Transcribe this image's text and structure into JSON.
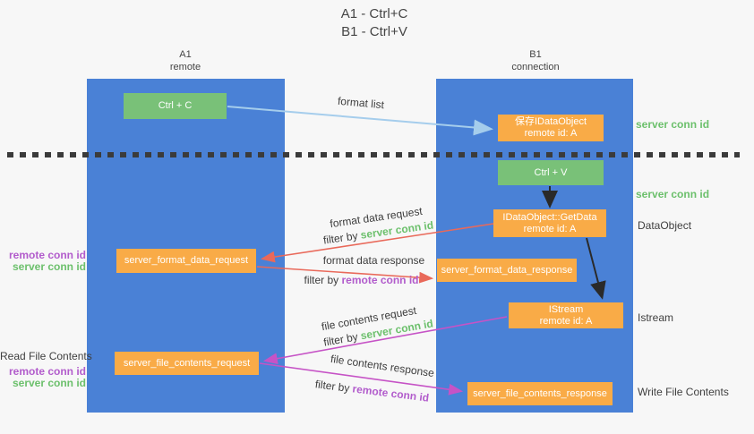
{
  "colors": {
    "lane_blue": "#4a81d6",
    "box_green": "#79c178",
    "box_orange": "#f9ab47",
    "arrow_light_blue": "#a5cdec",
    "arrow_black": "#2a2a2a",
    "arrow_red": "#e9695a",
    "arrow_magenta": "#c653c6",
    "text_green": "#6cc06c",
    "text_purple": "#b25ccc",
    "text_dark": "#3f3f3f"
  },
  "title": {
    "line1": "A1 - Ctrl+C",
    "line2": "B1 - Ctrl+V"
  },
  "lanes": {
    "left": {
      "name": "A1",
      "role": "remote"
    },
    "right": {
      "name": "B1",
      "role": "connection"
    }
  },
  "nodes": {
    "ctrl_c": {
      "label": "Ctrl + C"
    },
    "save_idataobject": {
      "line1": "保存IDataObject",
      "line2": "remote id: A"
    },
    "ctrl_v": {
      "label": "Ctrl + V"
    },
    "idataobject_getdata": {
      "line1": "IDataObject::GetData",
      "line2": "remote id: A"
    },
    "istream": {
      "line1": "IStream",
      "line2": "remote id: A"
    },
    "server_format_data_request": {
      "label": "server_format_data_request"
    },
    "server_format_data_response": {
      "label": "server_format_data_response"
    },
    "server_file_contents_request": {
      "label": "server_file_contents_request"
    },
    "server_file_contents_response": {
      "label": "server_file_contents_response"
    }
  },
  "arrow_labels": {
    "format_list": "format list",
    "format_data_request": "format data request",
    "format_data_response": "format data response",
    "file_contents_request": "file contents request",
    "file_contents_response": "file contents response",
    "filter_by": "filter by "
  },
  "side_labels": {
    "server_conn_id": "server conn id",
    "remote_conn_id": "remote conn id",
    "dataobject": "DataObject",
    "istream": "Istream",
    "read_file_contents": "Read File Contents",
    "write_file_contents": "Write File Contents"
  }
}
